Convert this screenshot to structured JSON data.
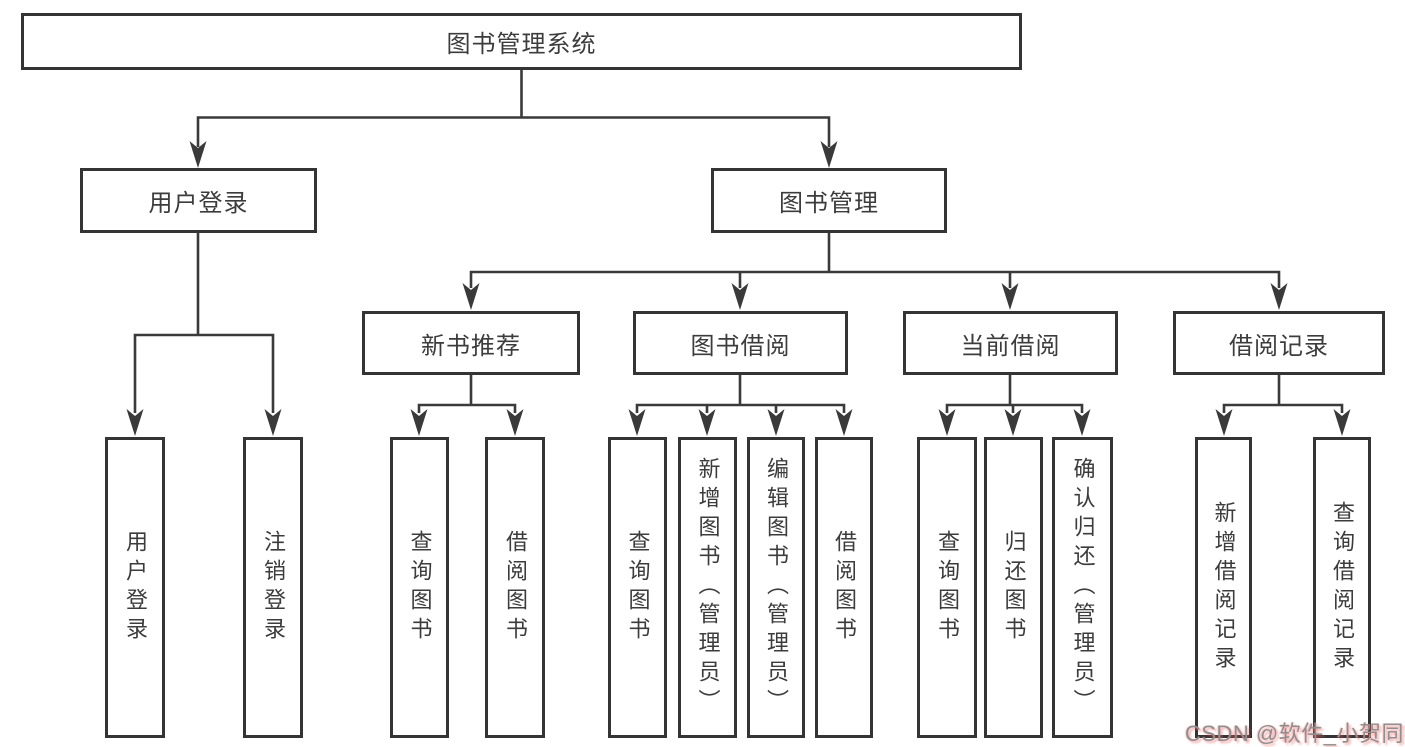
{
  "diagram_title": "图书管理系统",
  "tree": {
    "root": {
      "label": "图书管理系统"
    },
    "branches": [
      {
        "label": "用户登录",
        "children": [
          {
            "label": "用户登录"
          },
          {
            "label": "注销登录"
          }
        ]
      },
      {
        "label": "图书管理",
        "children": [
          {
            "label": "新书推荐",
            "children": [
              {
                "label": "查询图书"
              },
              {
                "label": "借阅图书"
              }
            ]
          },
          {
            "label": "图书借阅",
            "children": [
              {
                "label": "查询图书"
              },
              {
                "label": "新增图书（管理员）"
              },
              {
                "label": "编辑图书（管理员）"
              },
              {
                "label": "借阅图书"
              }
            ]
          },
          {
            "label": "当前借阅",
            "children": [
              {
                "label": "查询图书"
              },
              {
                "label": "归还图书"
              },
              {
                "label": "确认归还（管理员）"
              }
            ]
          },
          {
            "label": "借阅记录",
            "children": [
              {
                "label": "新增借阅记录"
              },
              {
                "label": "查询借阅记录"
              }
            ]
          }
        ]
      }
    ]
  },
  "watermark": {
    "text": "CSDN @软件_小贺同学"
  },
  "colors": {
    "background": "#ffffff",
    "line": "#3a3a3a",
    "box_border": "#343434",
    "text": "#3c3c3c",
    "watermark_gray": "#8f8f8f",
    "watermark_red": "#f05a5a"
  }
}
